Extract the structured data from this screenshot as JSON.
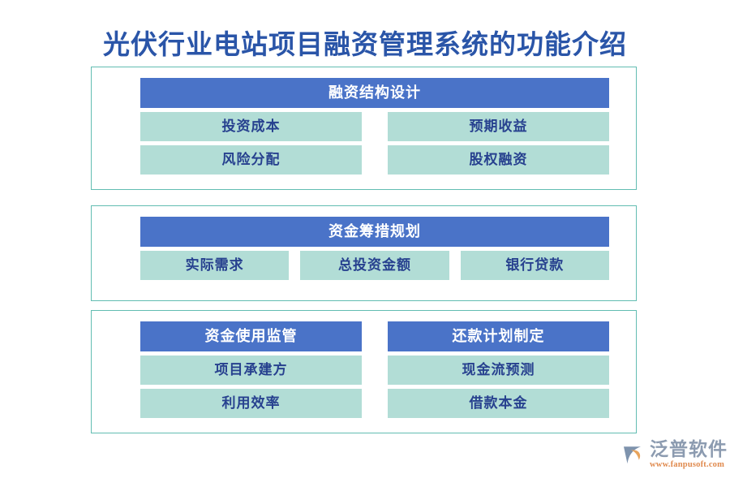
{
  "page": {
    "title": "光伏行业电站项目融资管理系统的功能介绍",
    "background_color": "#ffffff",
    "title_color": "#2a55a8",
    "header_color": "#4a73c8",
    "item_color": "#b2ddd6",
    "item_text_color": "#27418f",
    "border_color": "#62bdb2"
  },
  "sections": [
    {
      "id": "section-1",
      "columns": [
        {
          "header": "融资结构设计",
          "header_span": 2,
          "items": [
            "投资成本",
            "风险分配"
          ]
        },
        {
          "items": [
            "预期收益",
            "股权融资"
          ]
        }
      ]
    },
    {
      "id": "section-2",
      "columns": [
        {
          "header": "资金筹措规划",
          "header_span": 3,
          "items": [
            "实际需求"
          ]
        },
        {
          "items": [
            "总投资金额"
          ]
        },
        {
          "items": [
            "银行贷款"
          ]
        }
      ]
    },
    {
      "id": "section-3",
      "columns": [
        {
          "header": "资金使用监管",
          "header_span": 1,
          "items": [
            "项目承建方",
            "利用效率"
          ]
        },
        {
          "header": "还款计划制定",
          "header_span": 1,
          "items": [
            "现金流预测",
            "借款本金"
          ]
        }
      ]
    }
  ],
  "watermark": {
    "name": "泛普软件",
    "url": "www.fanpusoft.com"
  },
  "brand": {
    "name": "泛普软件",
    "url": "www.fanpusoft.com",
    "mark_color": "#7e93ad",
    "mark_accent_color": "#e8a45c"
  }
}
